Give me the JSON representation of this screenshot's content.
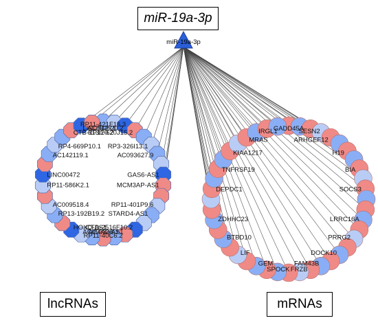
{
  "title": "miR-19a-3p",
  "hub": {
    "label": "miR-19a-3p",
    "color": "#2b5fd9"
  },
  "groups": {
    "lncrna_label": "lncRNAs",
    "mrna_label": "mRNAs"
  },
  "colors": {
    "red": "#f08a87",
    "blue": "#8aaef5",
    "dark_blue": "#2e66e3",
    "light_blue": "#b9ccf5",
    "edge": "#444444"
  },
  "lncrna_labels": [
    "RP11-421F16.3",
    "AC092620.2",
    "RP11-620J15.2",
    "RP3-326I13.1",
    "AC093627.9",
    "GAS6-AS1",
    "MCM3AP-AS1",
    "RP11-401P9.6",
    "STARD4-AS1",
    "CTD-2516F10.2",
    "ACTA2-AS1",
    "RP11-40C6.2",
    "AC092338.1",
    "HOXD-AS1",
    "RP13-192B19.2",
    "AC009518.4",
    "RP11-586K2.1",
    "LINC00472",
    "AC142119.1",
    "RP4-669P10.1",
    "CTB-113I20.2",
    "LINC01271"
  ],
  "mrna_labels": [
    "GADD45A",
    "SESN2",
    "ARHGEF12",
    "H19",
    "BIA",
    "SOCS3",
    "LRRC16A",
    "PRRG2",
    "DOCK10",
    "FAM43B",
    "FRZB",
    "SPOCK",
    "GEM",
    "LIF",
    "BTBD10",
    "ZDHHC23",
    "DEPDC1",
    "TNFRSF19",
    "KIAA1217",
    "MRAS",
    "IRGL1"
  ]
}
